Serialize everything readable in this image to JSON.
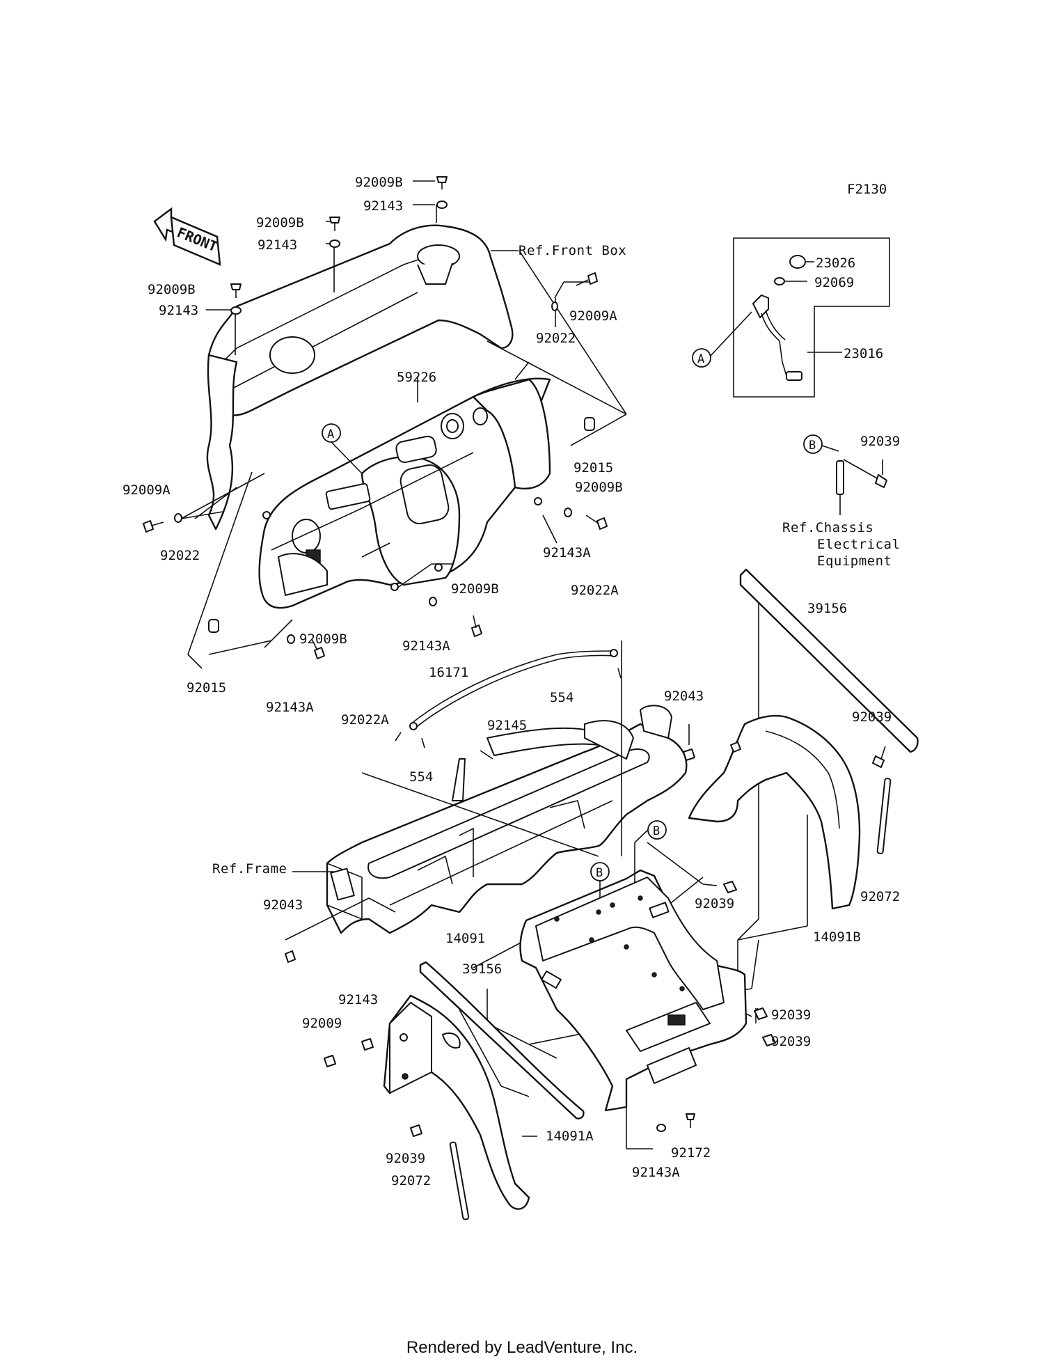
{
  "diagram": {
    "code": "F2130",
    "front_label": "FRONT",
    "callouts": {
      "A": "A",
      "B": "B"
    },
    "refs": {
      "front_box": "Ref.Front Box",
      "frame": "Ref.Frame",
      "chassis_line1": "Ref.Chassis",
      "chassis_line2": "Electrical",
      "chassis_line3": "Equipment"
    },
    "parts": {
      "p92009B_top": "92009B",
      "p92143_top": "92143",
      "p92009B_2": "92009B",
      "p92143_2": "92143",
      "p92009B_3": "92009B",
      "p92143_3": "92143",
      "p92022_r": "92022",
      "p92009A_r": "92009A",
      "p59226": "59226",
      "p92015_r": "92015",
      "p92009B_r": "92009B",
      "p92143A_r": "92143A",
      "p92009A_l": "92009A",
      "p92022_l": "92022",
      "p92009B_mid": "92009B",
      "p92143A_mid": "92143A",
      "p92015_l": "92015",
      "p92009B_l": "92009B",
      "p92143A_l": "92143A",
      "p23026": "23026",
      "p92069": "92069",
      "p23016": "23016",
      "p92039_b": "92039",
      "p39156_r": "39156",
      "p92022A_r": "92022A",
      "p16171": "16171",
      "p554_r": "554",
      "p92145": "92145",
      "p92022A_l": "92022A",
      "p554_l": "554",
      "p92043_r": "92043",
      "p92039_r1": "92039",
      "p92072_r": "92072",
      "p14091B": "14091B",
      "p92039_c": "92039",
      "p92043_l": "92043",
      "p14091": "14091",
      "p39156_l": "39156",
      "p92143_b": "92143",
      "p92009_b": "92009",
      "p92039_d1": "92039",
      "p92039_d2": "92039",
      "p14091A": "14091A",
      "p92039_l": "92039",
      "p92072_l": "92072",
      "p92172": "92172",
      "p92143A_b": "92143A"
    }
  },
  "footer": {
    "text": "Rendered by LeadVenture, Inc."
  }
}
